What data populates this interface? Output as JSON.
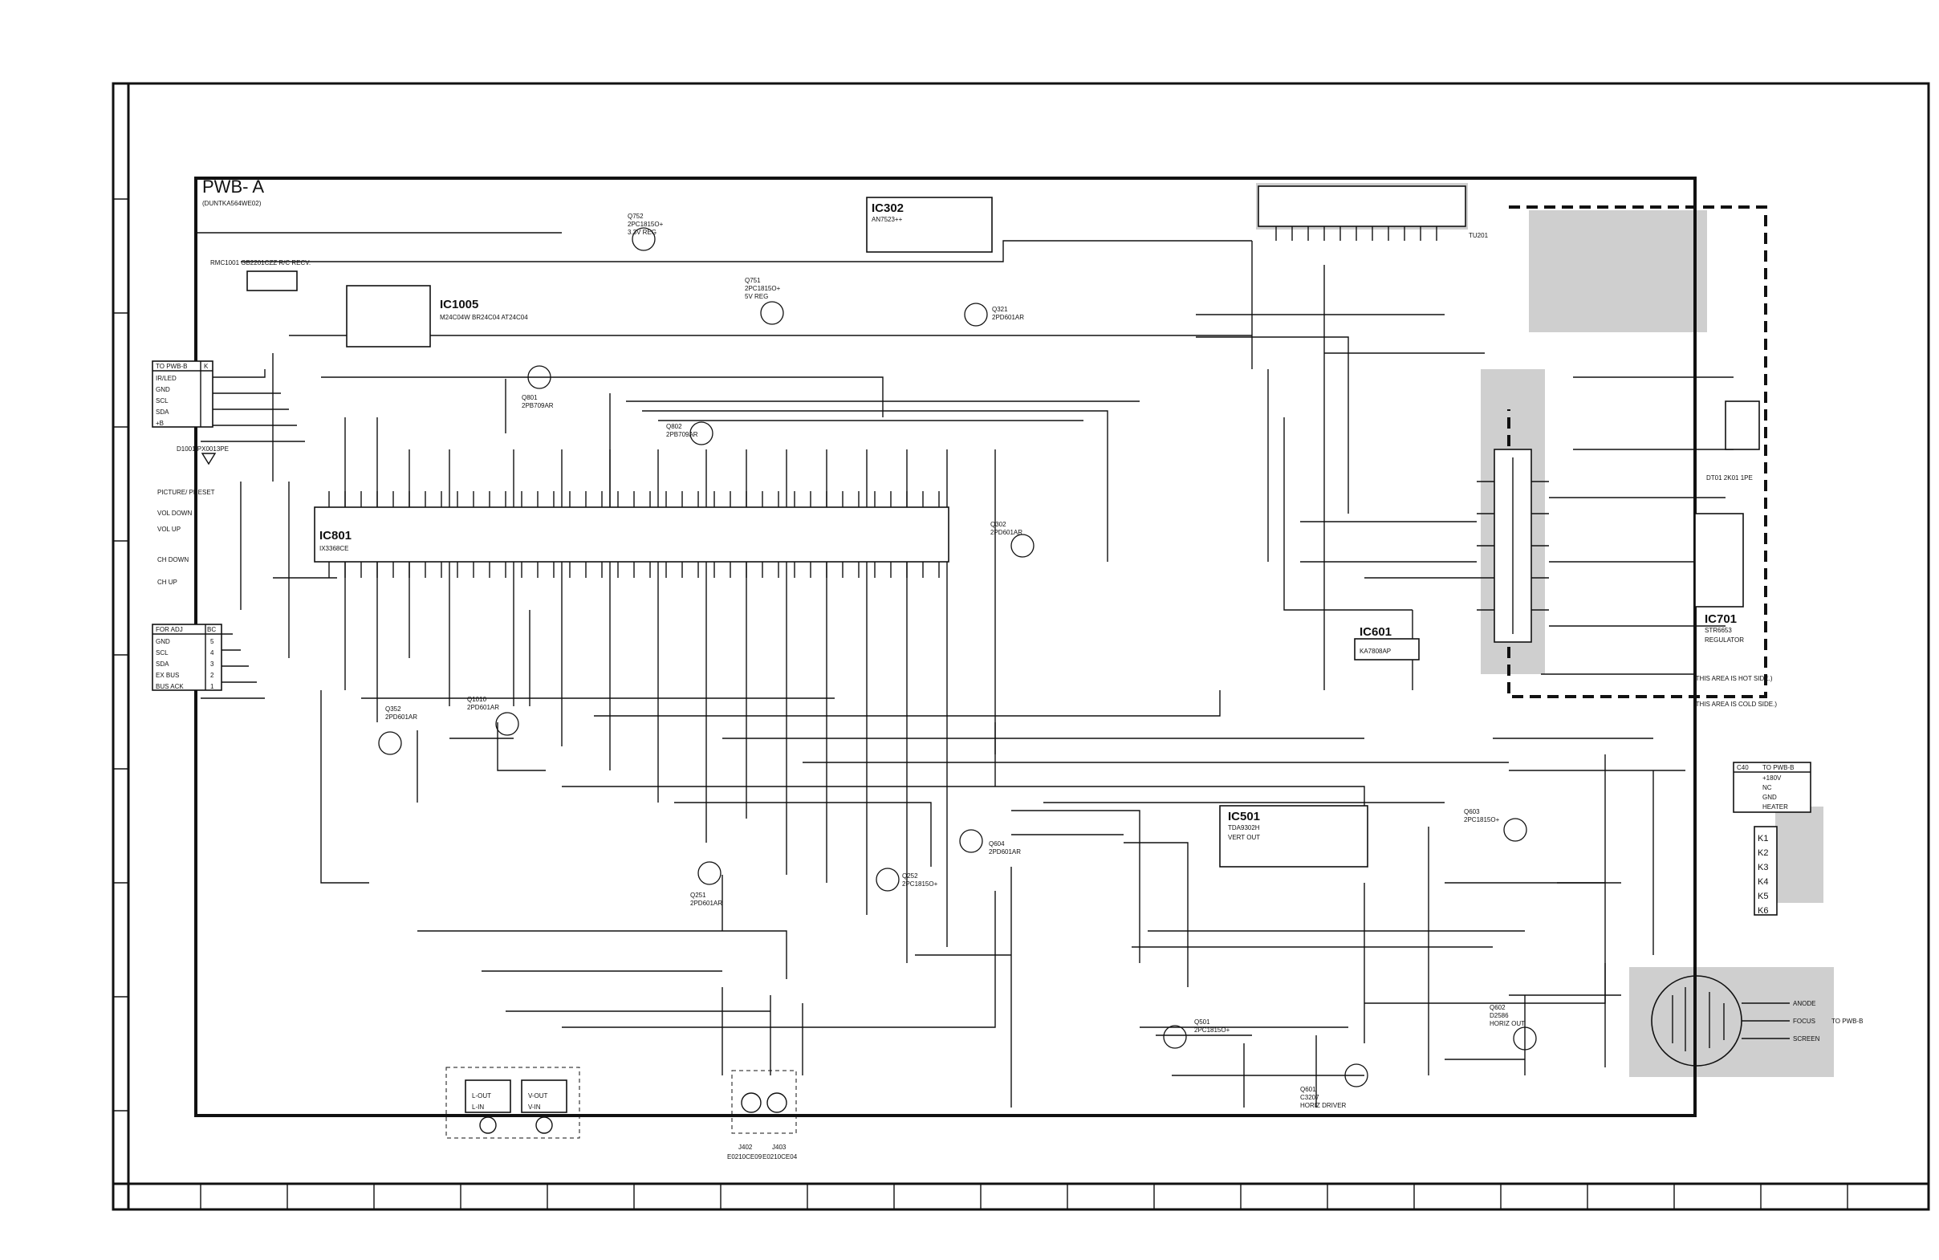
{
  "board": {
    "title": "PWB- A",
    "subtitle": "(DUNTKA564WE02)",
    "hot_note": "(THIS AREA IS HOT SIDE.)",
    "cold_note": "(THIS AREA IS COLD SIDE.)"
  },
  "ics": [
    {
      "ref": "IC801",
      "part": "IX3368CE"
    },
    {
      "ref": "IC1005",
      "part": "M24C04W BR24C04 AT24C04"
    },
    {
      "ref": "IC302",
      "part": "AN7523++"
    },
    {
      "ref": "IC501",
      "part": "TDA9302H",
      "note": "VERT OUT"
    },
    {
      "ref": "IC601",
      "part": "KA7808AP"
    },
    {
      "ref": "IC701",
      "part": "STR6653",
      "note": "REGULATOR"
    }
  ],
  "transistors": [
    {
      "ref": "Q752",
      "part": "2PC1815O+",
      "note": "3.3V REG"
    },
    {
      "ref": "Q751",
      "part": "2PC1815O+",
      "note": "5V REG"
    },
    {
      "ref": "Q321",
      "part": "2PD601AR"
    },
    {
      "ref": "Q801",
      "part": "2PB709AR"
    },
    {
      "ref": "Q802",
      "part": "2PB709AR"
    },
    {
      "ref": "Q302",
      "part": "2PD601AR"
    },
    {
      "ref": "Q352",
      "part": "2PD601AR"
    },
    {
      "ref": "Q1010",
      "part": "2PD601AR"
    },
    {
      "ref": "Q251",
      "part": "2PD601AR"
    },
    {
      "ref": "Q252",
      "part": "2PC1815O+"
    },
    {
      "ref": "Q604",
      "part": "2PD601AR"
    },
    {
      "ref": "Q603",
      "part": "2PC1815O+"
    },
    {
      "ref": "Q501",
      "part": "2PC1815O+"
    },
    {
      "ref": "Q601",
      "part": "C3207",
      "note": "HORIZ DRIVER"
    },
    {
      "ref": "Q602",
      "part": "D2586",
      "note": "HORIZ OUT"
    }
  ],
  "connectors": {
    "pwb_b_top": {
      "title": "TO PWB-B",
      "col": "K",
      "pins": [
        "IR/LED",
        "GND",
        "SCL",
        "SDA",
        "+B"
      ]
    },
    "factory_adj": {
      "title": "FOR ADJ",
      "col": "BC",
      "pins": [
        "GND",
        "SCL",
        "SDA",
        "EX BUS",
        "BUS ACK"
      ],
      "nums": [
        "5",
        "4",
        "3",
        "2",
        "1"
      ]
    },
    "pwb_b_right": {
      "title": "TO PWB-B",
      "col": "C40",
      "pins": [
        "+180V",
        "NC",
        "GND",
        "HEATER"
      ]
    },
    "crt_socket": {
      "pins": [
        "K1",
        "K2",
        "K3",
        "K4",
        "K5",
        "K6"
      ]
    },
    "fbt_out": {
      "labels": [
        "ANODE",
        "FOCUS",
        "SCREEN"
      ],
      "dest": "TO PWB-B"
    },
    "av_jacks": [
      {
        "ref": "J402",
        "part": "E0210CE09"
      },
      {
        "ref": "J403",
        "part": "E0210CE04"
      }
    ],
    "jack_labels": [
      "L-OUT",
      "V-OUT",
      "L-IN",
      "V-IN"
    ]
  },
  "misc_labels": {
    "remote": "RMC1001 GB2201CZZ R/C RECV.",
    "led": "D1001 PX0013PE",
    "keys": [
      "PICTURE/ PRESET",
      "VOL DOWN",
      "VOL UP",
      "CH DOWN",
      "CH UP"
    ],
    "dt701": "DT01 2K01 1PE",
    "sw_tun": "TU201"
  }
}
